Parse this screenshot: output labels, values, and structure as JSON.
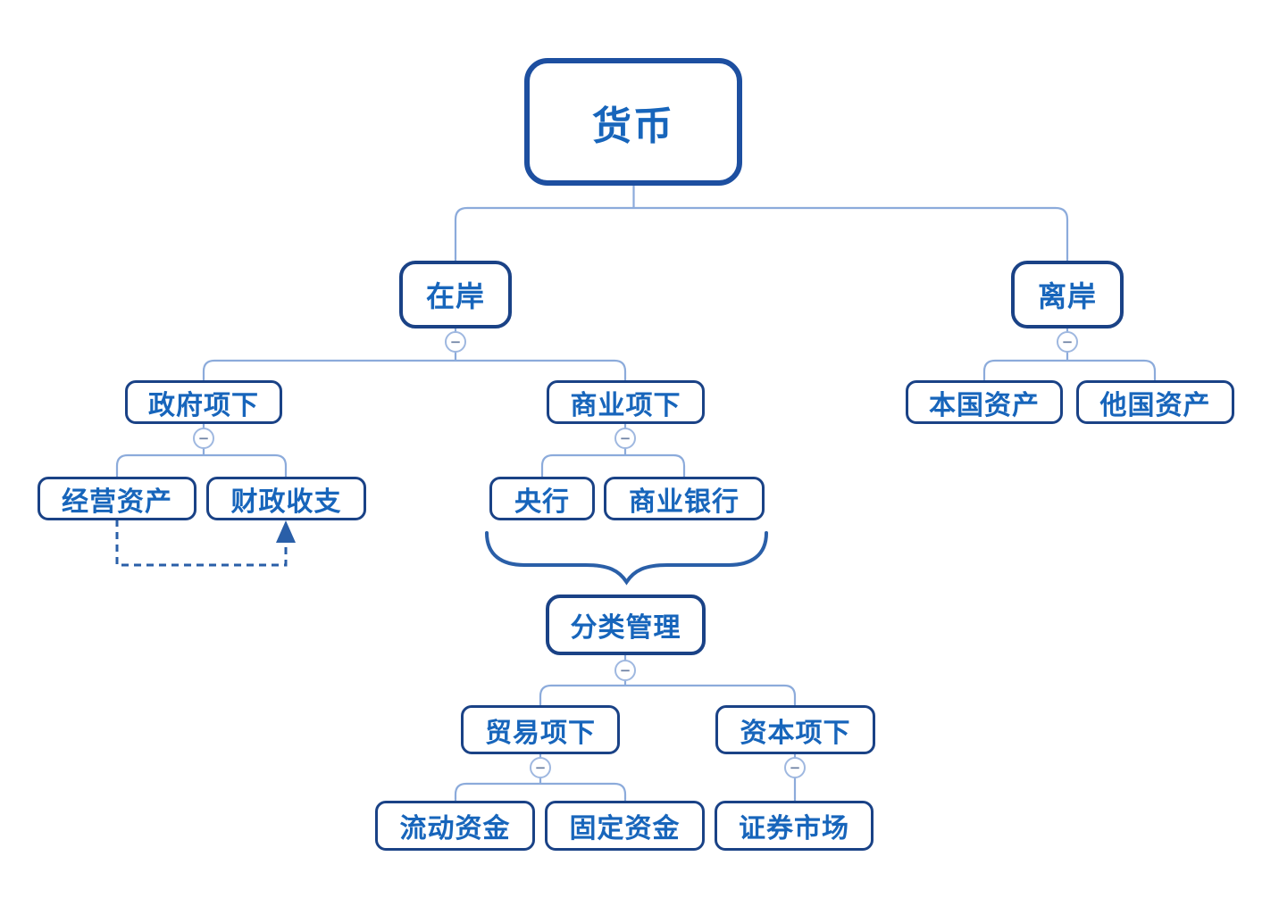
{
  "diagram": {
    "type": "mind-map-tree",
    "toggle_glyph": "−",
    "colors": {
      "background": "#ffffff",
      "root_border": "#1d4fa0",
      "node_border": "#1a4286",
      "node_text": "#1765bb",
      "tree_connector": "#8cabdb",
      "accent_link": "#2a5fa8",
      "toggle_border": "#9fb8e0",
      "toggle_glyph_color": "#6e82a4"
    },
    "nodes": {
      "root": {
        "label": "货币"
      },
      "onshore": {
        "label": "在岸"
      },
      "offshore": {
        "label": "离岸"
      },
      "government": {
        "label": "政府项下"
      },
      "commercial": {
        "label": "商业项下"
      },
      "domestic_assets": {
        "label": "本国资产"
      },
      "foreign_assets": {
        "label": "他国资产"
      },
      "operating_assets": {
        "label": "经营资产"
      },
      "fiscal_balance": {
        "label": "财政收支"
      },
      "central_bank": {
        "label": "央行"
      },
      "commercial_bank": {
        "label": "商业银行"
      },
      "classified_mgmt": {
        "label": "分类管理"
      },
      "trade_account": {
        "label": "贸易项下"
      },
      "capital_account": {
        "label": "资本项下"
      },
      "working_capital": {
        "label": "流动资金"
      },
      "fixed_capital": {
        "label": "固定资金"
      },
      "securities_market": {
        "label": "证券市场"
      }
    },
    "edges": [
      {
        "from": "货币",
        "to": "在岸"
      },
      {
        "from": "货币",
        "to": "离岸"
      },
      {
        "from": "在岸",
        "to": "政府项下"
      },
      {
        "from": "在岸",
        "to": "商业项下"
      },
      {
        "from": "离岸",
        "to": "本国资产"
      },
      {
        "from": "离岸",
        "to": "他国资产"
      },
      {
        "from": "政府项下",
        "to": "经营资产"
      },
      {
        "from": "政府项下",
        "to": "财政收支"
      },
      {
        "from": "商业项下",
        "to": "央行"
      },
      {
        "from": "商业项下",
        "to": "商业银行"
      },
      {
        "from": "分类管理",
        "to": "贸易项下"
      },
      {
        "from": "分类管理",
        "to": "资本项下"
      },
      {
        "from": "贸易项下",
        "to": "流动资金"
      },
      {
        "from": "贸易项下",
        "to": "固定资金"
      },
      {
        "from": "资本项下",
        "to": "证券市场"
      }
    ],
    "special_links": [
      {
        "type": "dashed-arrow",
        "from": "经营资产",
        "to": "财政收支"
      },
      {
        "type": "curly-brace-group",
        "members": [
          "央行",
          "商业银行"
        ],
        "points_to": "分类管理"
      }
    ]
  }
}
